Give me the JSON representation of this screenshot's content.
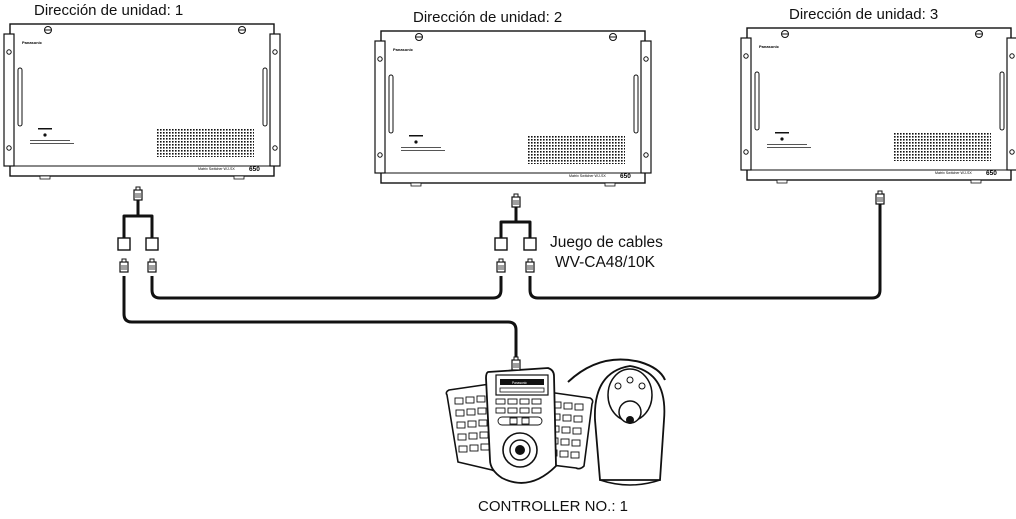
{
  "units": [
    {
      "label": "Dirección de unidad: 1",
      "brand": "Panasonic",
      "model_text": "Matrix Switcher WJ-SX",
      "model_number": "650"
    },
    {
      "label": "Dirección de unidad: 2",
      "brand": "Panasonic",
      "model_text": "Matrix Switcher WJ-SX",
      "model_number": "650"
    },
    {
      "label": "Dirección de unidad: 3",
      "brand": "Panasonic",
      "model_text": "Matrix Switcher WJ-SX",
      "model_number": "650"
    }
  ],
  "cable_set": {
    "line1": "Juego de cables",
    "line2": "WV-CA48/10K"
  },
  "controller": {
    "label": "CONTROLLER NO.: 1",
    "brand": "Panasonic"
  },
  "colors": {
    "line": "#111111",
    "background": "#ffffff",
    "panel": "#e6e6e6"
  }
}
